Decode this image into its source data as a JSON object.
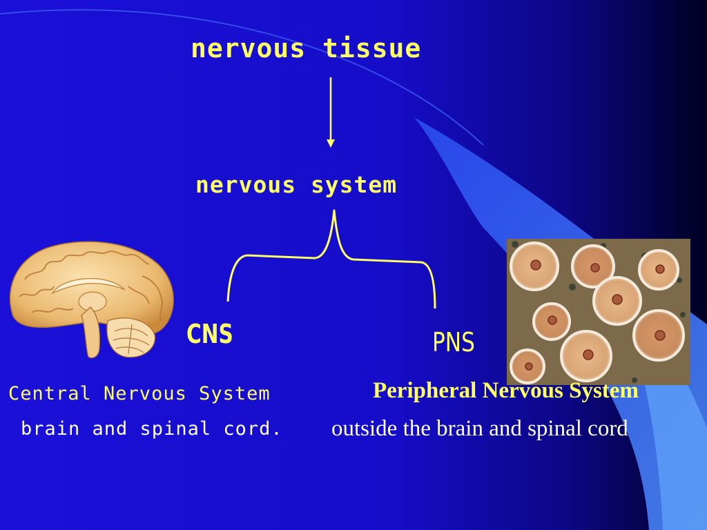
{
  "slide": {
    "title": "nervous tissue",
    "subtitle": "nervous system",
    "cns": {
      "abbr": "CNS",
      "full_name": "Central Nervous System",
      "description": "brain and spinal cord."
    },
    "pns": {
      "abbr": "PNS",
      "full_name": "Peripheral Nervous System",
      "description": "outside the brain and spinal cord"
    }
  },
  "images": {
    "brain": "brain-illustration",
    "neurons": "neuron-micrograph"
  },
  "colors": {
    "background": "#1a0fd6",
    "background_dark": "#000033",
    "accent_yellow": "#ffff66",
    "text_white": "#ffffff",
    "swoosh_light": "#3a6cf0"
  }
}
